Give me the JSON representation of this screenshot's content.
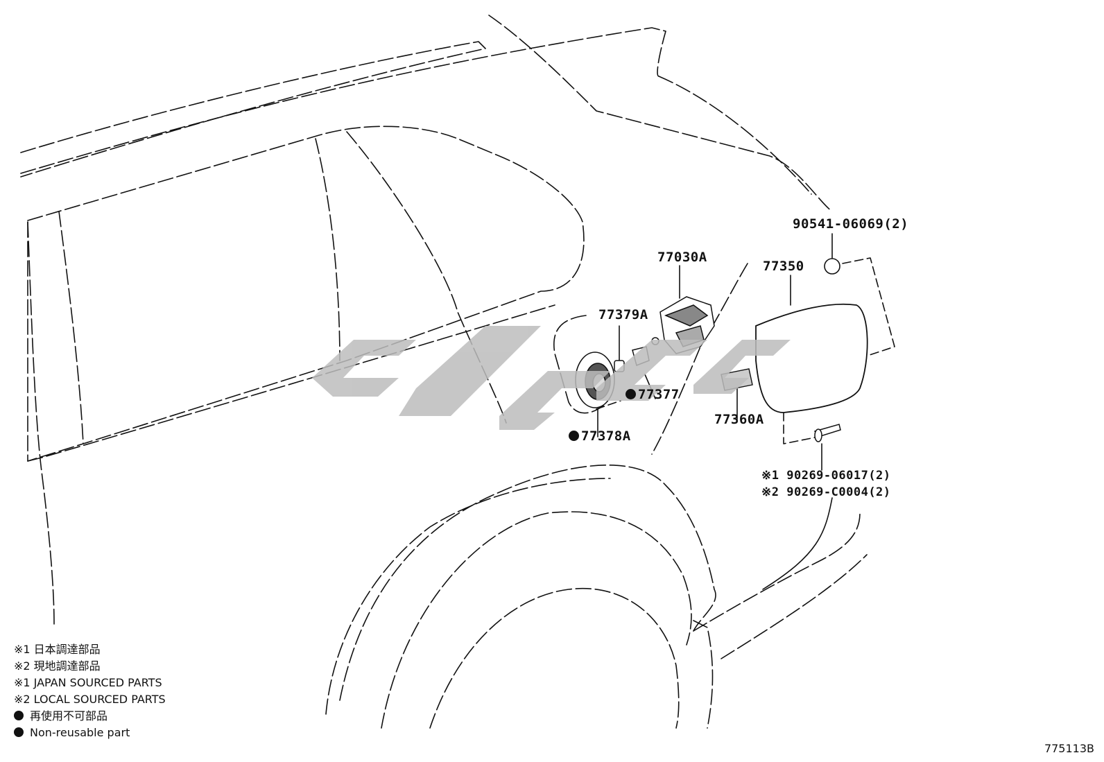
{
  "parts": [
    {
      "id": "p-90541",
      "number": "90541-06069(2)",
      "prefix": ""
    },
    {
      "id": "p-77350",
      "number": "77350",
      "prefix": ""
    },
    {
      "id": "p-77030a",
      "number": "77030A",
      "prefix": ""
    },
    {
      "id": "p-77379a",
      "number": "77379A",
      "prefix": ""
    },
    {
      "id": "p-77377",
      "number": "77377",
      "prefix": "●"
    },
    {
      "id": "p-77378a",
      "number": "77378A",
      "prefix": "●"
    },
    {
      "id": "p-77360a",
      "number": "77360A",
      "prefix": ""
    },
    {
      "id": "p-90269-1",
      "number": "90269-06017(2)",
      "prefix": "※1"
    },
    {
      "id": "p-90269-2",
      "number": "90269-C0004(2)",
      "prefix": "※2"
    }
  ],
  "legend": {
    "l1": "※1 日本調達部品",
    "l2": "※2 現地調達部品",
    "l3": "※1 JAPAN SOURCED PARTS",
    "l4": "※2 LOCAL SOURCED PARTS",
    "l5": "再使用不可部品",
    "l6": "Non-reusable part"
  },
  "figure_number": "775113B",
  "colors": {
    "line": "#111111",
    "watermark": "#bdbdbd",
    "background": "#ffffff"
  }
}
